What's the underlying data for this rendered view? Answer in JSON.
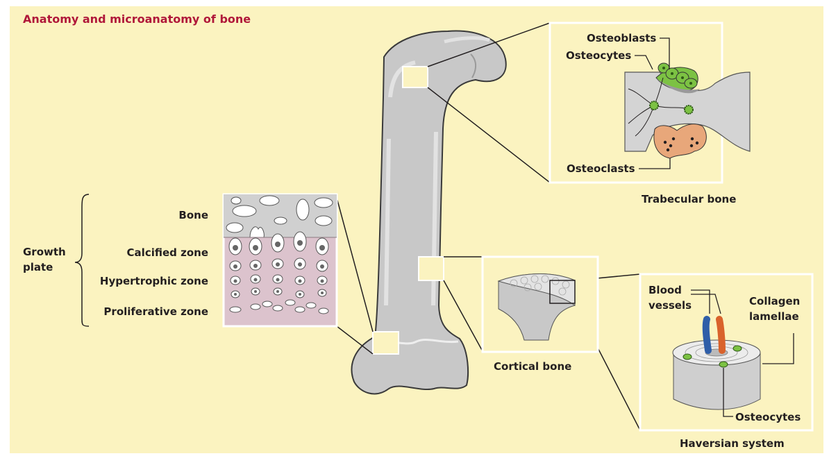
{
  "title": "Anatomy and microanatomy of bone",
  "growth_plate": {
    "brace_label_line1": "Growth",
    "brace_label_line2": "plate",
    "zones": [
      "Bone",
      "Calcified zone",
      "Hypertrophic zone",
      "Proliferative zone"
    ]
  },
  "trabecular": {
    "caption": "Trabecular bone",
    "labels": {
      "osteoblasts": "Osteoblasts",
      "osteocytes": "Osteocytes",
      "osteoclasts": "Osteoclasts"
    }
  },
  "cortical": {
    "caption": "Cortical bone"
  },
  "haversian": {
    "caption": "Haversian system",
    "labels": {
      "blood_line1": "Blood",
      "blood_line2": "vessels",
      "collagen_line1": "Collagen",
      "collagen_line2": "lamellae",
      "osteocytes": "Osteocytes"
    }
  },
  "colors": {
    "background": "#fbf3c0",
    "title": "#b0183a",
    "bone": "#c8c8c8",
    "osteoblast": "#7cc243",
    "osteoclast": "#e8a77a",
    "growth_plate": "#dcc3cd",
    "vessel_blue": "#2f5ea8",
    "vessel_orange": "#d9622b"
  }
}
